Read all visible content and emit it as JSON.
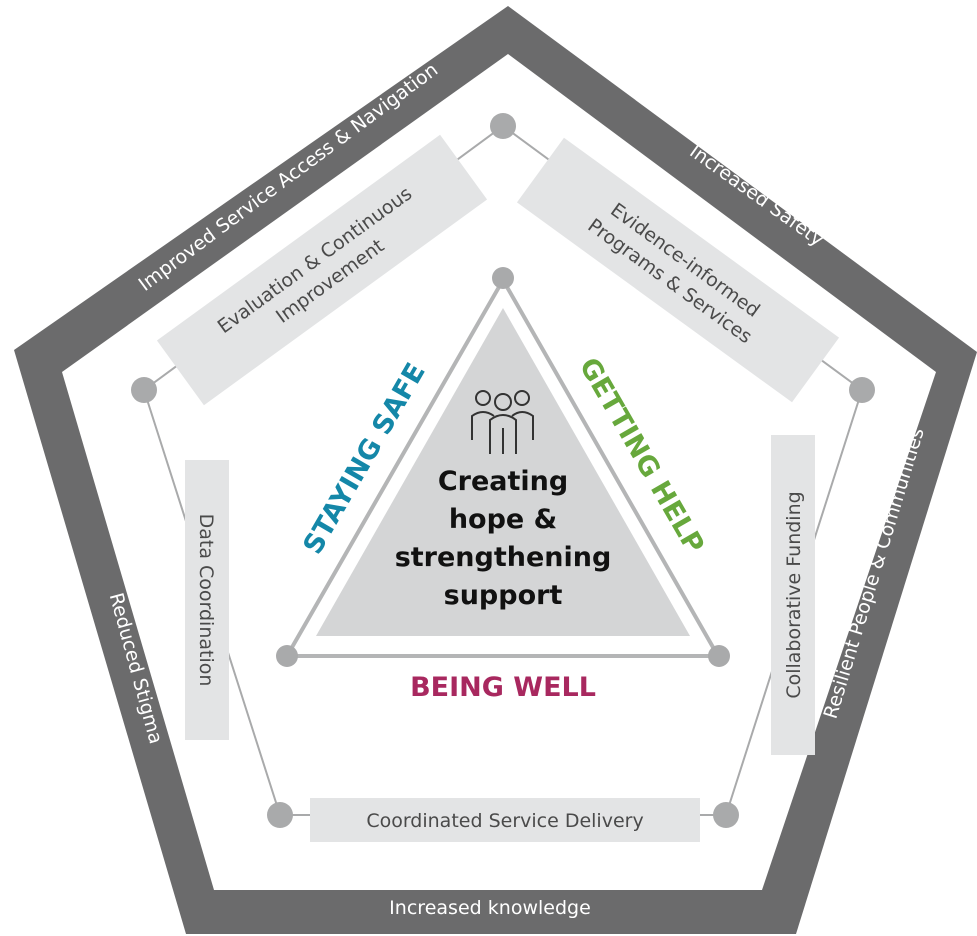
{
  "outer_labels": {
    "top_left": "Improved Service Access & Navigation",
    "top_right": "Increased Safety",
    "right": "Resilient People & Communities",
    "bottom": "Increased knowledge",
    "left": "Reduced Stigma"
  },
  "inner_boxes": {
    "evaluation": [
      "Evaluation & Continuous",
      "Improvement"
    ],
    "evidence": [
      "Evidence-informed",
      "Programs & Services"
    ],
    "funding": "Collaborative Funding",
    "coordinated": "Coordinated Service Delivery",
    "data": "Data Coordination"
  },
  "pillars": {
    "staying_safe": "STAYING SAFE",
    "getting_help": "GETTING HELP",
    "being_well": "BEING WELL"
  },
  "center": {
    "lines": [
      "Creating",
      "hope &",
      "strengthening",
      "support"
    ],
    "icon": "people-group-icon"
  },
  "colors": {
    "outer_band": "#6b6b6c",
    "box_fill": "#e3e4e5",
    "node": "#a9aaab",
    "inner_triangle": "#d4d5d6",
    "staying_safe": "#1487a8",
    "getting_help": "#67a83c",
    "being_well": "#a8285f"
  }
}
